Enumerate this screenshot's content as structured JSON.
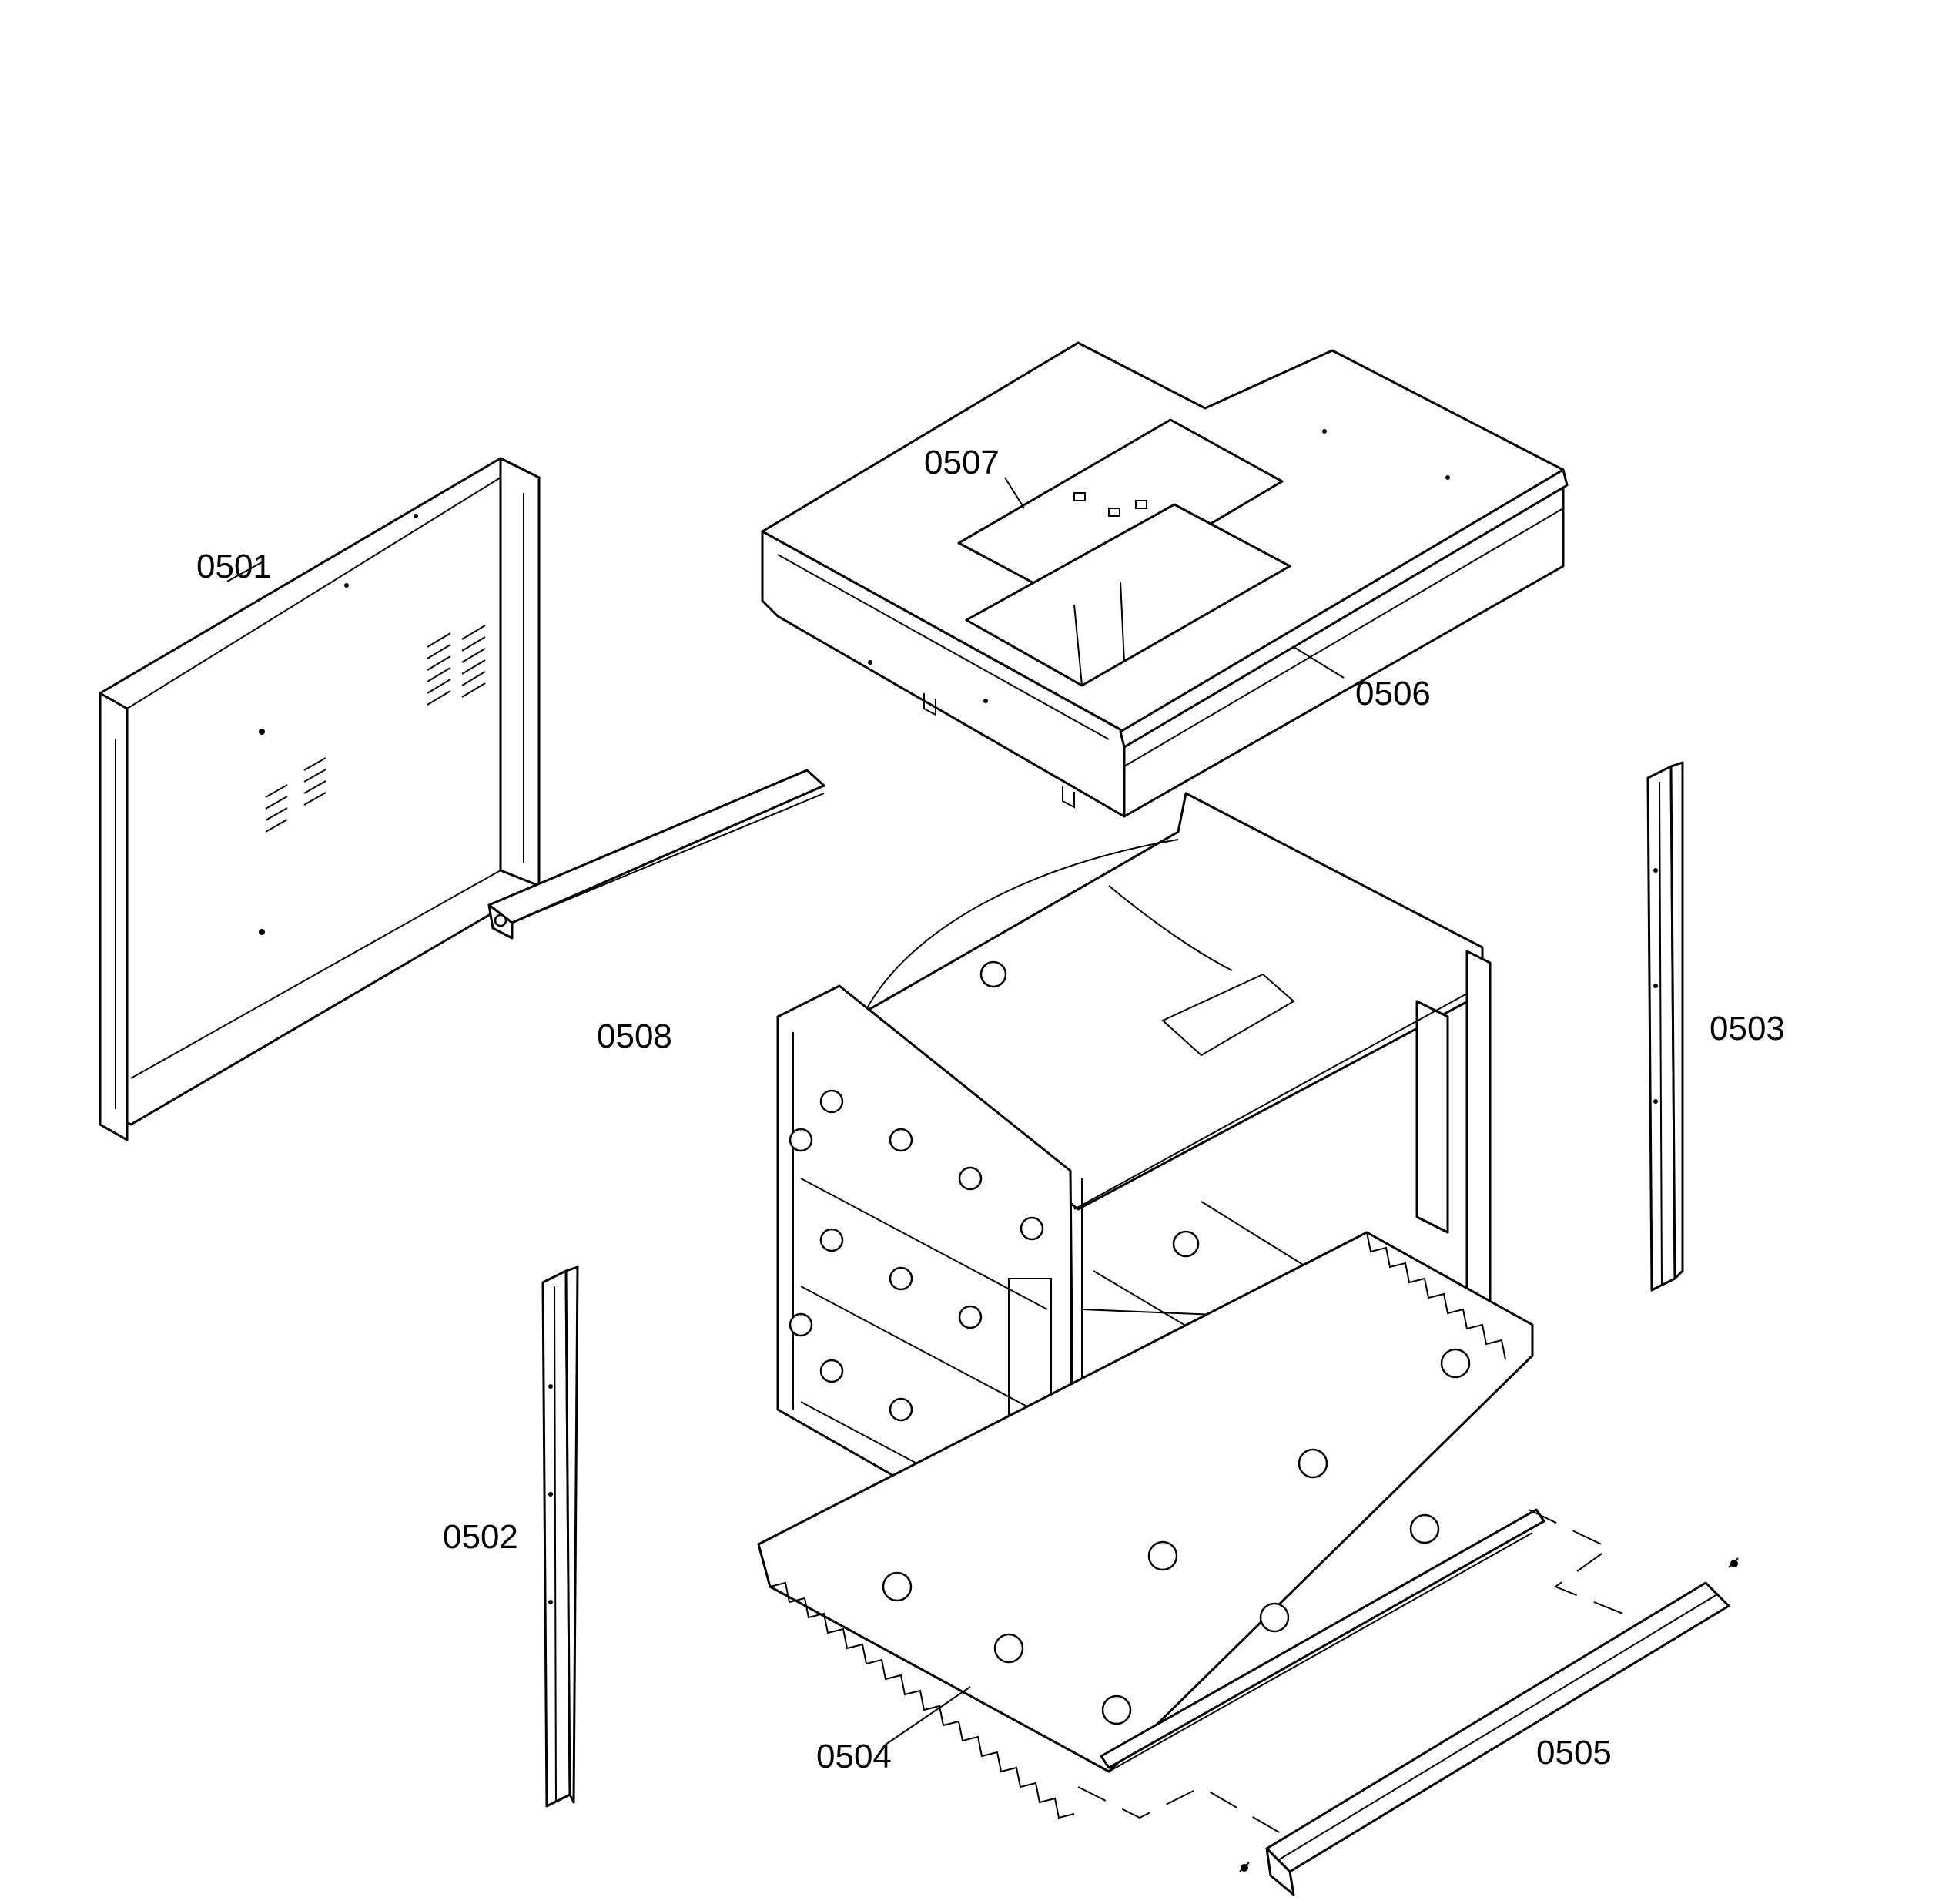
{
  "callouts": {
    "p0501": "0501",
    "p0502": "0502",
    "p0503": "0503",
    "p0504": "0504",
    "p0505": "0505",
    "p0506": "0506",
    "p0507": "0507",
    "p0508": "0508"
  },
  "colors": {
    "line": "#000000",
    "background": "#ffffff"
  }
}
